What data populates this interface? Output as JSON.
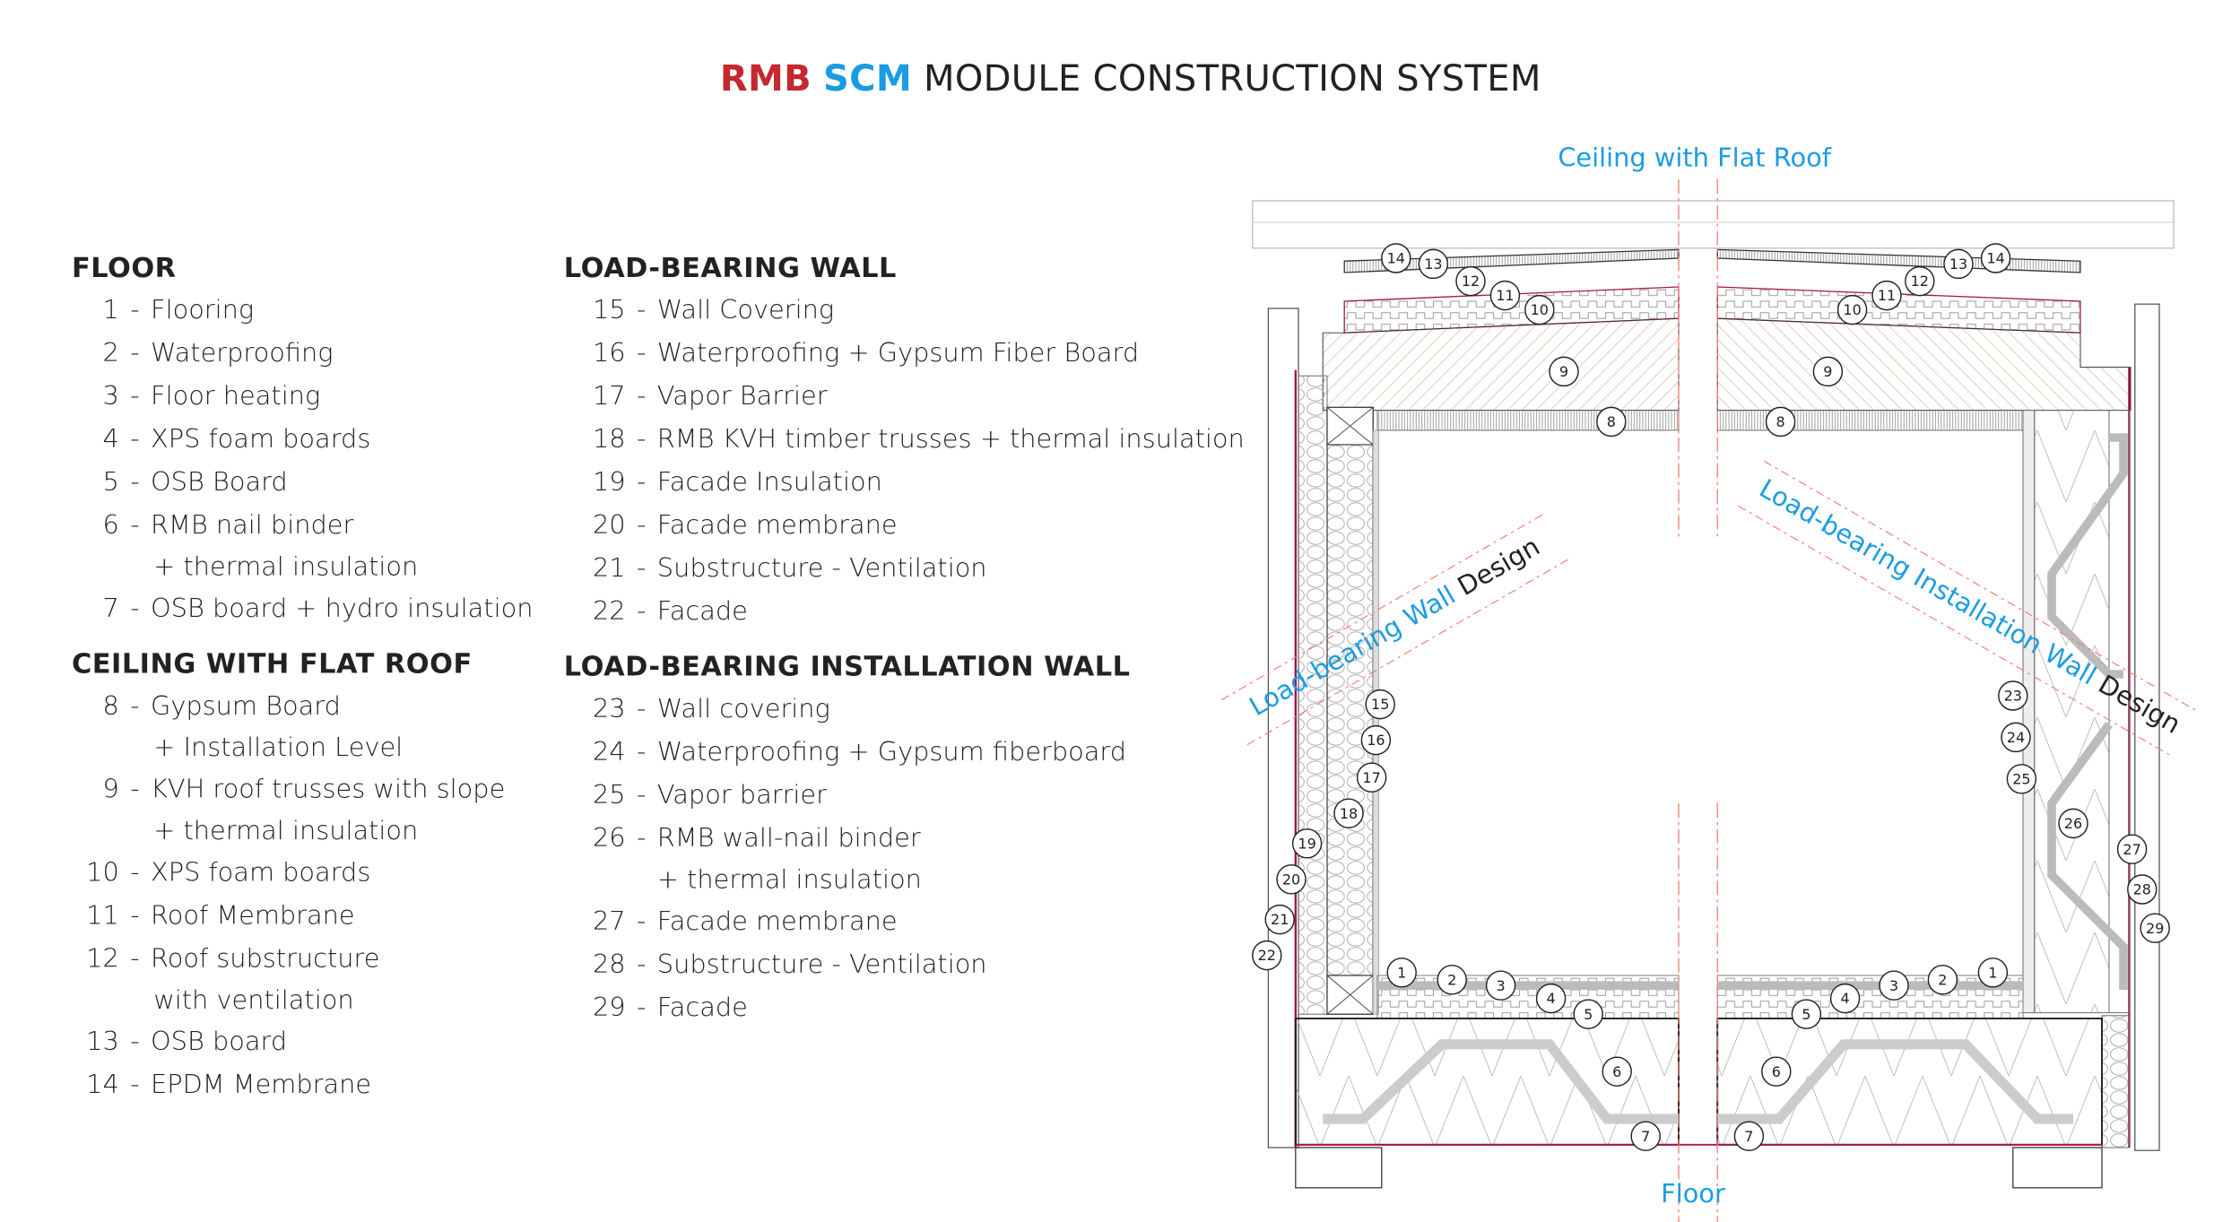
{
  "title": {
    "brand_red": "RMB",
    "brand_blue": "SCM",
    "rest": "MODULE CONSTRUCTION SYSTEM"
  },
  "colors": {
    "brand_red": "#c5282f",
    "brand_blue": "#1b9ce2",
    "membrane": "#a3154f",
    "guide_dash": "#f07a6e"
  },
  "legend": {
    "left": [
      {
        "heading": "FLOOR",
        "items": [
          {
            "num": "1",
            "text": "Flooring"
          },
          {
            "num": "2",
            "text": "Waterproofing"
          },
          {
            "num": "3",
            "text": "Floor heating"
          },
          {
            "num": "4",
            "text": "XPS foam boards"
          },
          {
            "num": "5",
            "text": "OSB Board"
          },
          {
            "num": "6",
            "text": "RMB nail binder",
            "cont": "+ thermal insulation"
          },
          {
            "num": "7",
            "text": "OSB board + hydro insulation"
          }
        ]
      },
      {
        "heading": "CEILING WITH FLAT ROOF",
        "items": [
          {
            "num": "8",
            "text": "Gypsum Board",
            "cont": "+ Installation Level"
          },
          {
            "num": "9",
            "text": "KVH roof trusses with slope",
            "cont": "+ thermal insulation"
          },
          {
            "num": "10",
            "text": "XPS foam boards"
          },
          {
            "num": "11",
            "text": "Roof Membrane"
          },
          {
            "num": "12",
            "text": "Roof substructure",
            "cont": "with ventilation"
          },
          {
            "num": "13",
            "text": "OSB board"
          },
          {
            "num": "14",
            "text": "EPDM Membrane"
          }
        ]
      }
    ],
    "right": [
      {
        "heading": "LOAD-BEARING WALL",
        "items": [
          {
            "num": "15",
            "text": "Wall Covering"
          },
          {
            "num": "16",
            "text": "Waterproofing + Gypsum Fiber Board"
          },
          {
            "num": "17",
            "text": "Vapor Barrier"
          },
          {
            "num": "18",
            "text": "RMB KVH timber trusses + thermal insulation"
          },
          {
            "num": "19",
            "text": "Facade Insulation"
          },
          {
            "num": "20",
            "text": "Facade membrane"
          },
          {
            "num": "21",
            "text": "Substructure - Ventilation"
          },
          {
            "num": "22",
            "text": "Facade"
          }
        ]
      },
      {
        "heading": "LOAD-BEARING INSTALLATION WALL",
        "items": [
          {
            "num": "23",
            "text": "Wall covering"
          },
          {
            "num": "24",
            "text": "Waterproofing + Gypsum fiberboard"
          },
          {
            "num": "25",
            "text": "Vapor barrier"
          },
          {
            "num": "26",
            "text": "RMB wall-nail binder",
            "cont": "+ thermal insulation"
          },
          {
            "num": "27",
            "text": "Facade membrane"
          },
          {
            "num": "28",
            "text": "Substructure - Ventilation"
          },
          {
            "num": "29",
            "text": "Facade"
          }
        ]
      }
    ]
  },
  "diagram": {
    "top_label": "Ceiling with Flat Roof",
    "bottom_label": "Floor",
    "left_diag_label": "Load-bearing Wall",
    "left_diag_suffix": "Design",
    "right_diag_label": "Load-bearing Installation Wall",
    "right_diag_suffix": "Design",
    "callouts": [
      "14",
      "13",
      "12",
      "11",
      "10",
      "9",
      "8",
      "14",
      "13",
      "12",
      "11",
      "10",
      "9",
      "8",
      "15",
      "16",
      "17",
      "18",
      "19",
      "20",
      "21",
      "22",
      "23",
      "24",
      "25",
      "26",
      "27",
      "28",
      "29",
      "1",
      "2",
      "3",
      "4",
      "5",
      "6",
      "7",
      "1",
      "2",
      "3",
      "4",
      "5",
      "6",
      "7"
    ]
  }
}
